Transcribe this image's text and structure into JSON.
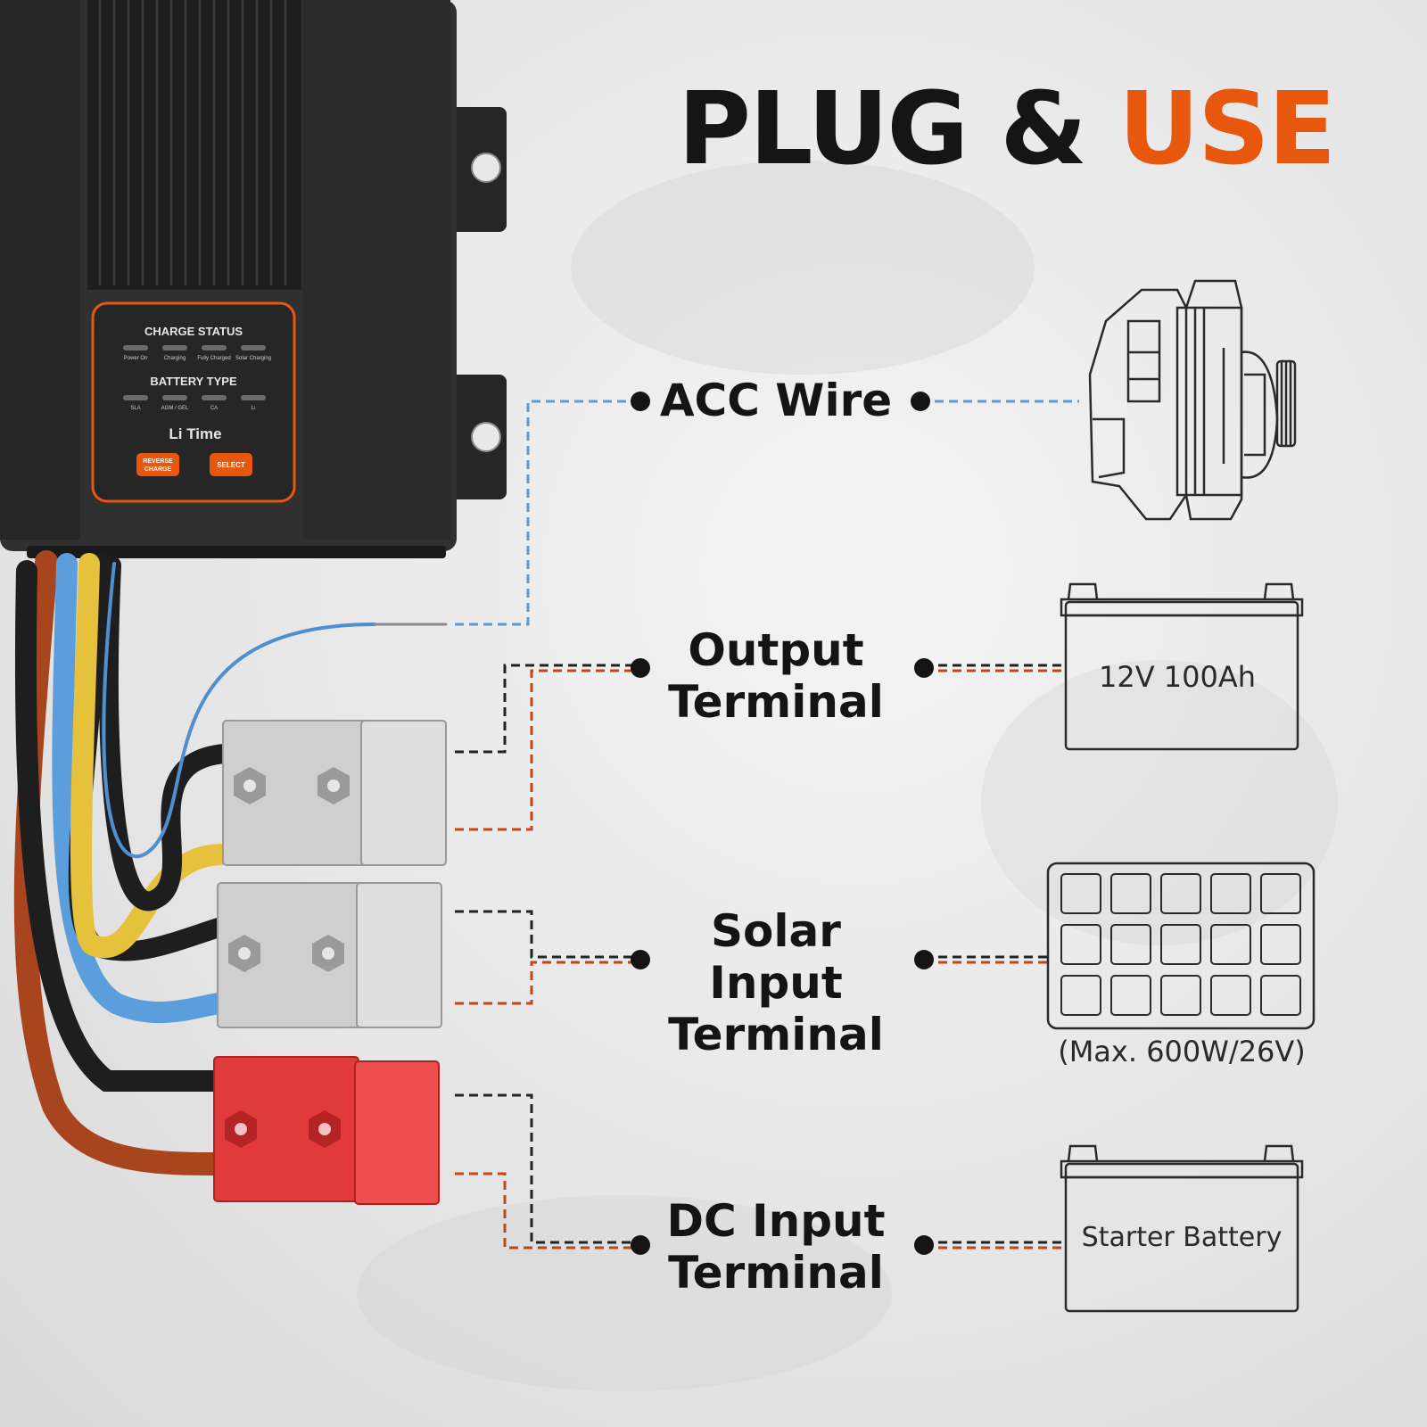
{
  "headline": {
    "part1": "PLUG &",
    "part2": "USE"
  },
  "device": {
    "charge_status_label": "CHARGE STATUS",
    "charge_leds": [
      "Power On",
      "Charging",
      "Fully Charged",
      "Solar Charging"
    ],
    "battery_type_label": "BATTERY TYPE",
    "battery_leds": [
      "SLA",
      "AGM / GEL",
      "CA",
      "Li"
    ],
    "brand": "Li Time",
    "reverse_button": [
      "REVERSE",
      "CHARGE"
    ],
    "select_button": "SELECT"
  },
  "terminals": {
    "acc": {
      "line1": "ACC Wire",
      "line2": ""
    },
    "output": {
      "line1": "Output",
      "line2": "Terminal"
    },
    "solar": {
      "line1": "Solar Input",
      "line2": "Terminal"
    },
    "dc": {
      "line1": "DC Input",
      "line2": "Terminal"
    }
  },
  "devices": {
    "alternator": "alternator-icon",
    "house_battery_label": "12V 100Ah",
    "solar_note": "(Max. 600W/26V)",
    "starter_battery_label": "Starter Battery"
  },
  "colors": {
    "accent": "#e8570e",
    "acc_line": "#5a9bd5",
    "negative_line": "#222222",
    "positive_line": "#c2451b"
  }
}
